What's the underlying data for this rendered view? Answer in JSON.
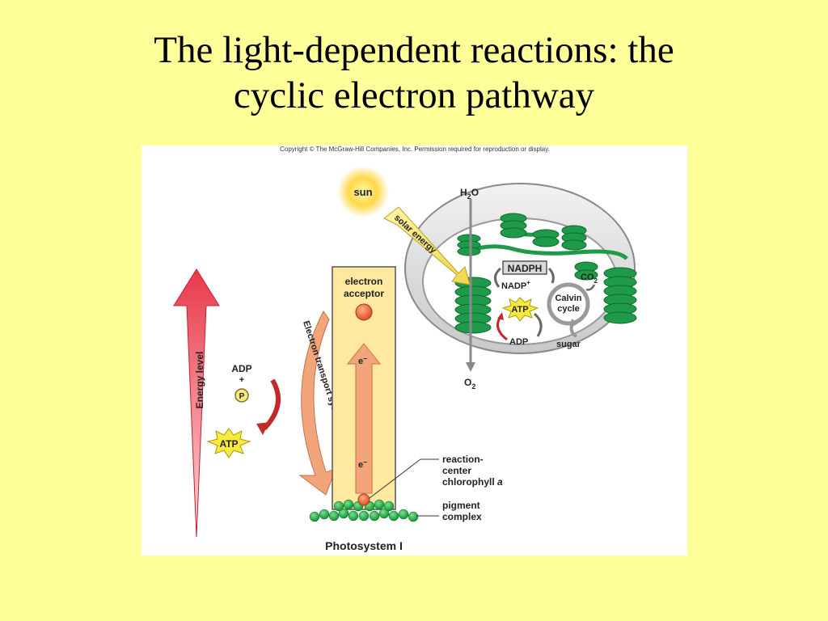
{
  "slide": {
    "title_line1": "The light-dependent reactions: the",
    "title_line2": "cyclic electron pathway"
  },
  "figure": {
    "copyright": "Copyright © The McGraw-Hill Companies, Inc. Permission required for reproduction or display.",
    "sun": "sun",
    "solar_energy": "solar energy",
    "h2o": "H",
    "h2o_sub": "2",
    "h2o_o": "O",
    "o2": "O",
    "o2_sub": "2",
    "nadph": "NADPH",
    "nadp": "NADP",
    "nadp_sup": "+",
    "atp": "ATP",
    "adp": "ADP",
    "co2": "CO",
    "co2_sub": "2",
    "calvin_1": "Calvin",
    "calvin_2": "cycle",
    "sugar": "sugar",
    "energy_level": "Energy level",
    "adp_left": "ADP",
    "plus": "+",
    "p": "P",
    "atp_left": "ATP",
    "ets": "Electron transport system",
    "acceptor_1": "electron",
    "acceptor_2": "acceptor",
    "e_top": "e",
    "e_bottom": "e",
    "e_sign": "–",
    "rc_1": "reaction-",
    "rc_2": "center",
    "rc_3": "chlorophyll",
    "rc_a": "a",
    "pig_1": "pigment",
    "pig_2": "complex",
    "photosystem": "Photosystem I"
  },
  "colors": {
    "background": "#ffff99",
    "grana": "#1f9a4a",
    "energy_arrow": "#e8424f",
    "transport_arrow": "#f2a57a",
    "column": "#ffe9a0",
    "atp_burst": "#f7ea3c"
  }
}
